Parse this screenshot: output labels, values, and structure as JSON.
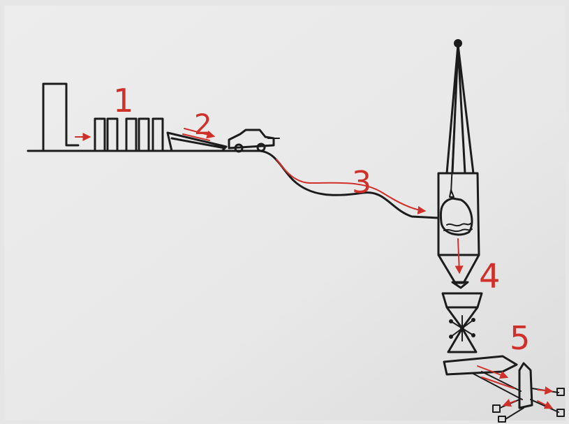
{
  "diagram": {
    "colors": {
      "paper": "#ececec",
      "ink": "#1c1c1c",
      "label": "#d0302a"
    },
    "step_labels": [
      "1",
      "2",
      "3",
      "4",
      "5"
    ]
  }
}
